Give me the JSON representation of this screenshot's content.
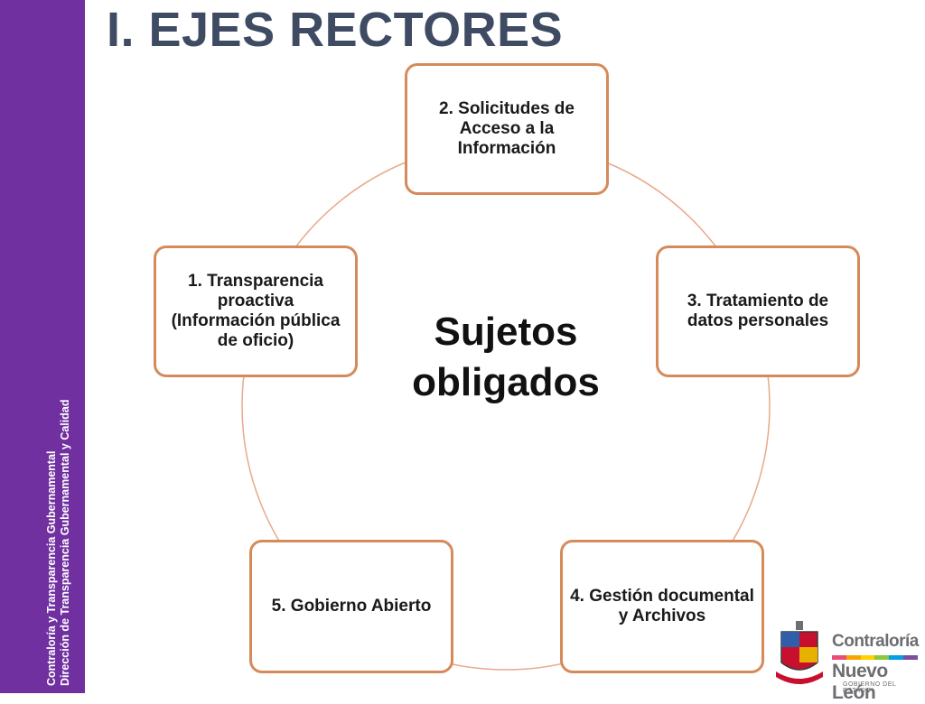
{
  "title": "I. EJES RECTORES",
  "sidebar": {
    "line1": "Contraloría  y Transparencia Gubernamental",
    "line2": "Dirección de Transparencia Gubernamental y Calidad"
  },
  "diagram": {
    "center": [
      "Sujetos",
      "obligados"
    ],
    "nodes": [
      {
        "id": "transparencia",
        "label": "1. Transparencia proactiva (Información pública de oficio)"
      },
      {
        "id": "solicitudes",
        "label": "2. Solicitudes de Acceso a la Información"
      },
      {
        "id": "tratamiento",
        "label": "3. Tratamiento de datos personales"
      },
      {
        "id": "gestion",
        "label": "4. Gestión documental y Archivos"
      },
      {
        "id": "gobierno",
        "label": "5.  Gobierno Abierto"
      }
    ]
  },
  "logos": {
    "contraloria": "Contraloría",
    "nuevo_leon": "Nuevo León",
    "gobierno": "GOBIERNO DEL ESTADO",
    "bar_colors": [
      "#e94e77",
      "#f7a600",
      "#ffd200",
      "#8dc63f",
      "#00a0e3",
      "#7b4fa0"
    ]
  },
  "colors": {
    "sidebar": "#7030a0",
    "title": "#3f4b63",
    "border": "#d68a5a",
    "ring": "#e8a98a"
  }
}
